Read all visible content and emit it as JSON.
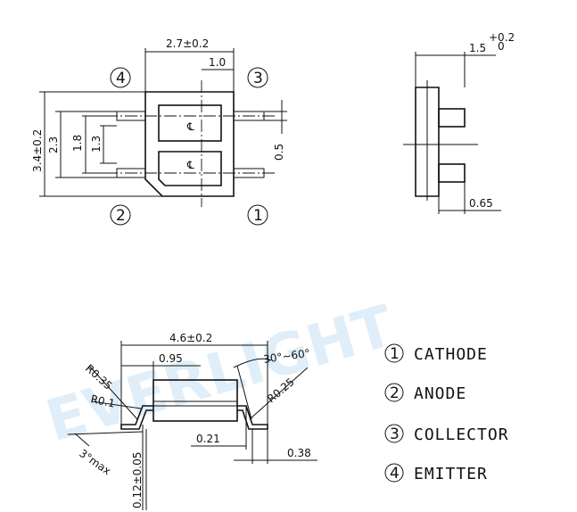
{
  "watermark": "EVERLIGHT",
  "top_view": {
    "width_dim": "2.7±0.2",
    "pin_offset_dim": "1.0",
    "height_dim": "3.4±0.2",
    "pin_span_dim": "2.3",
    "inner_span_dim": "1.8",
    "pin_pitch_dim": "1.3",
    "lead_width_dim": "0.5",
    "pin1": "1",
    "pin2": "2",
    "pin3": "3",
    "pin4": "4"
  },
  "side_view": {
    "thickness_dim": "1.5",
    "thickness_tol_upper": "+0.2",
    "thickness_tol_lower": "0",
    "lead_dim": "0.65"
  },
  "profile_view": {
    "length_dim": "4.6±0.2",
    "body_dim": "0.95",
    "radius_upper": "R0.35",
    "radius_lower": "R0.1",
    "radius_right": "R0.25",
    "bend_angle": "30°~60°",
    "draft_angle": "3°max",
    "lead_thickness": "0.12±0.05",
    "foot_dim": "0.21",
    "foot_len_dim": "0.38"
  },
  "legend": [
    {
      "num": "1",
      "label": "CATHODE"
    },
    {
      "num": "2",
      "label": "ANODE"
    },
    {
      "num": "3",
      "label": "COLLECTOR"
    },
    {
      "num": "4",
      "label": "EMITTER"
    }
  ]
}
